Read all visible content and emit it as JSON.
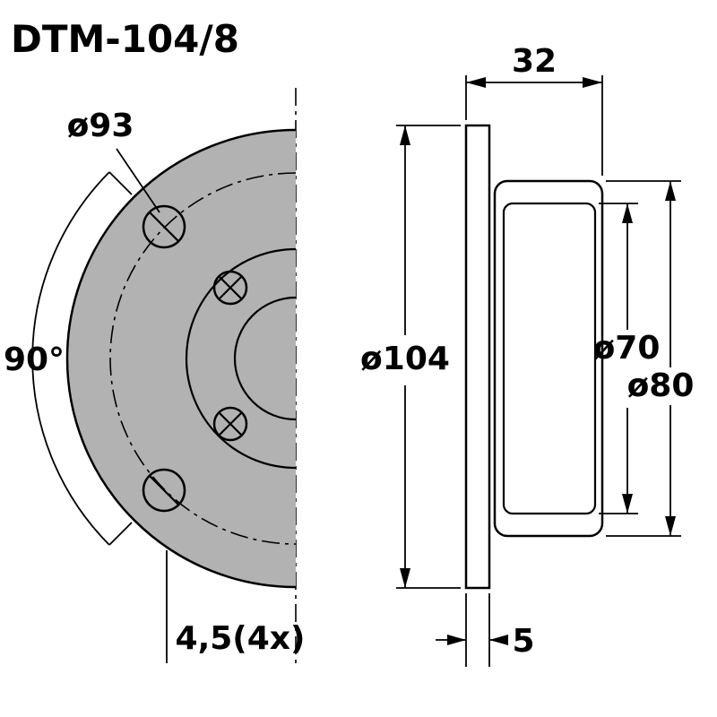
{
  "title": "DTM-104/8",
  "front_view": {
    "bolt_circle_label": "ø93",
    "dispersion_angle_label": "90°",
    "mounting_hole_label": "4,5(4x)"
  },
  "side_view": {
    "depth_label": "32",
    "faceplate_diameter_label": "ø104",
    "magnet_inner_diameter_label": "ø70",
    "magnet_outer_diameter_label": "ø80",
    "faceplate_thickness_label": "5"
  },
  "colors": {
    "body_gray": "#b2b2b2",
    "screw_gray": "#dcdcdc",
    "hole_white": "#ffffff",
    "line_black": "#000000"
  }
}
